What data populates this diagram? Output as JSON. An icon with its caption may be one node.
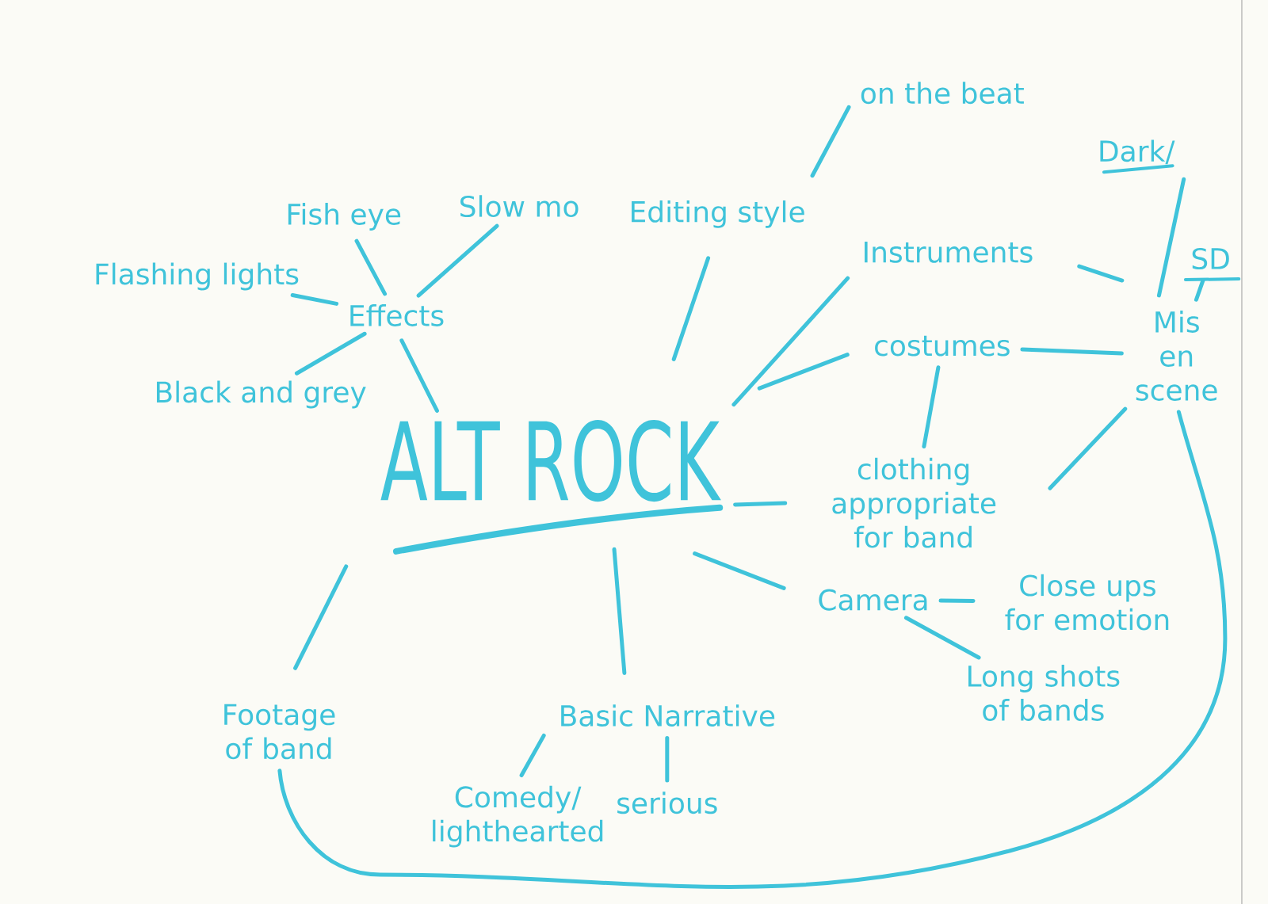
{
  "diagram": {
    "nodes": [
      {
        "text": [
          "ALT ROCK"
        ]
      },
      {
        "text": [
          "Effects"
        ]
      },
      {
        "text": [
          "Fish eye"
        ]
      },
      {
        "text": [
          "Slow mo"
        ]
      },
      {
        "text": [
          "Flashing lights"
        ]
      },
      {
        "text": [
          "Black and grey"
        ]
      },
      {
        "text": [
          "Editing style"
        ]
      },
      {
        "text": [
          "on the beat"
        ]
      },
      {
        "text": [
          "Instruments"
        ]
      },
      {
        "text": [
          "Dark/"
        ]
      },
      {
        "text": [
          "SD"
        ]
      },
      {
        "text": [
          "costumes"
        ]
      },
      {
        "text": [
          "Mis en scene"
        ]
      },
      {
        "text": [
          "clothing appropriate for band"
        ]
      },
      {
        "text": [
          "Camera"
        ]
      },
      {
        "text": [
          "Close ups for emotion"
        ]
      },
      {
        "text": [
          "Long shots of bands"
        ]
      },
      {
        "text": [
          "Footage of band"
        ]
      },
      {
        "text": [
          "Basic Narrative"
        ]
      },
      {
        "text": [
          "Comedy/ lighthearted"
        ]
      },
      {
        "text": [
          "serious"
        ]
      }
    ],
    "edges": [
      {
        "from": 0,
        "to": 1,
        "arrow": "none"
      },
      {
        "from": 1,
        "to": 2,
        "arrow": "none"
      },
      {
        "from": 1,
        "to": 3,
        "arrow": "none"
      },
      {
        "from": 1,
        "to": 4,
        "arrow": "none"
      },
      {
        "from": 1,
        "to": 5,
        "arrow": "none"
      },
      {
        "from": 0,
        "to": 6,
        "arrow": "none"
      },
      {
        "from": 6,
        "to": 7,
        "arrow": "none"
      },
      {
        "from": 0,
        "to": 8,
        "arrow": "none"
      },
      {
        "from": 8,
        "to": 12,
        "arrow": "none"
      },
      {
        "from": 9,
        "to": 12,
        "arrow": "none"
      },
      {
        "from": 10,
        "to": 12,
        "arrow": "none"
      },
      {
        "from": 0,
        "to": 11,
        "arrow": "none"
      },
      {
        "from": 11,
        "to": 12,
        "arrow": "none"
      },
      {
        "from": 11,
        "to": 13,
        "arrow": "none"
      },
      {
        "from": 0,
        "to": 13,
        "arrow": "none"
      },
      {
        "from": 13,
        "to": 12,
        "arrow": "none"
      },
      {
        "from": 0,
        "to": 14,
        "arrow": "none"
      },
      {
        "from": 14,
        "to": 15,
        "arrow": "none"
      },
      {
        "from": 14,
        "to": 16,
        "arrow": "none"
      },
      {
        "from": 0,
        "to": 18,
        "arrow": "none"
      },
      {
        "from": 18,
        "to": 19,
        "arrow": "none"
      },
      {
        "from": 18,
        "to": 20,
        "arrow": "none"
      },
      {
        "from": 0,
        "to": 17,
        "arrow": "none"
      },
      {
        "from": 17,
        "to": 12,
        "arrow": "none"
      }
    ]
  }
}
